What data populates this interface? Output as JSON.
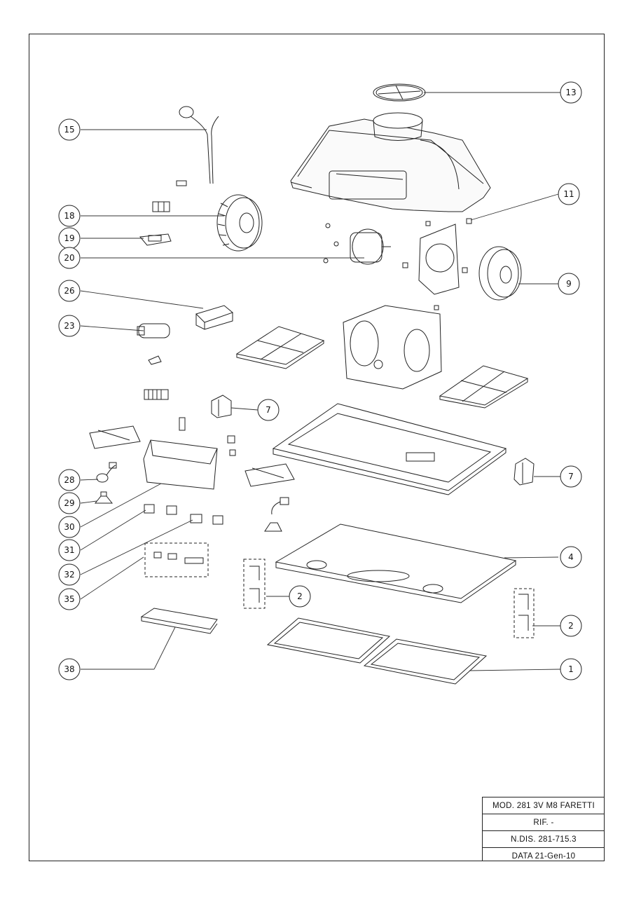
{
  "diagram": {
    "callouts": [
      {
        "id": "c13",
        "label": "13"
      },
      {
        "id": "c15",
        "label": "15"
      },
      {
        "id": "c11",
        "label": "11"
      },
      {
        "id": "c18",
        "label": "18"
      },
      {
        "id": "c19",
        "label": "19"
      },
      {
        "id": "c20",
        "label": "20"
      },
      {
        "id": "c9",
        "label": "9"
      },
      {
        "id": "c26",
        "label": "26"
      },
      {
        "id": "c23",
        "label": "23"
      },
      {
        "id": "c7a",
        "label": "7"
      },
      {
        "id": "c7b",
        "label": "7"
      },
      {
        "id": "c28",
        "label": "28"
      },
      {
        "id": "c29",
        "label": "29"
      },
      {
        "id": "c30",
        "label": "30"
      },
      {
        "id": "c31",
        "label": "31"
      },
      {
        "id": "c32",
        "label": "32"
      },
      {
        "id": "c4",
        "label": "4"
      },
      {
        "id": "c35",
        "label": "35"
      },
      {
        "id": "c2a",
        "label": "2"
      },
      {
        "id": "c2b",
        "label": "2"
      },
      {
        "id": "c38",
        "label": "38"
      },
      {
        "id": "c1",
        "label": "1"
      }
    ]
  },
  "title_block": {
    "model": "MOD. 281 3V M8 FARETTI",
    "rif": "RIF. -",
    "ndis": "N.DIS. 281-715.3",
    "data": "DATA 21-Gen-10"
  }
}
